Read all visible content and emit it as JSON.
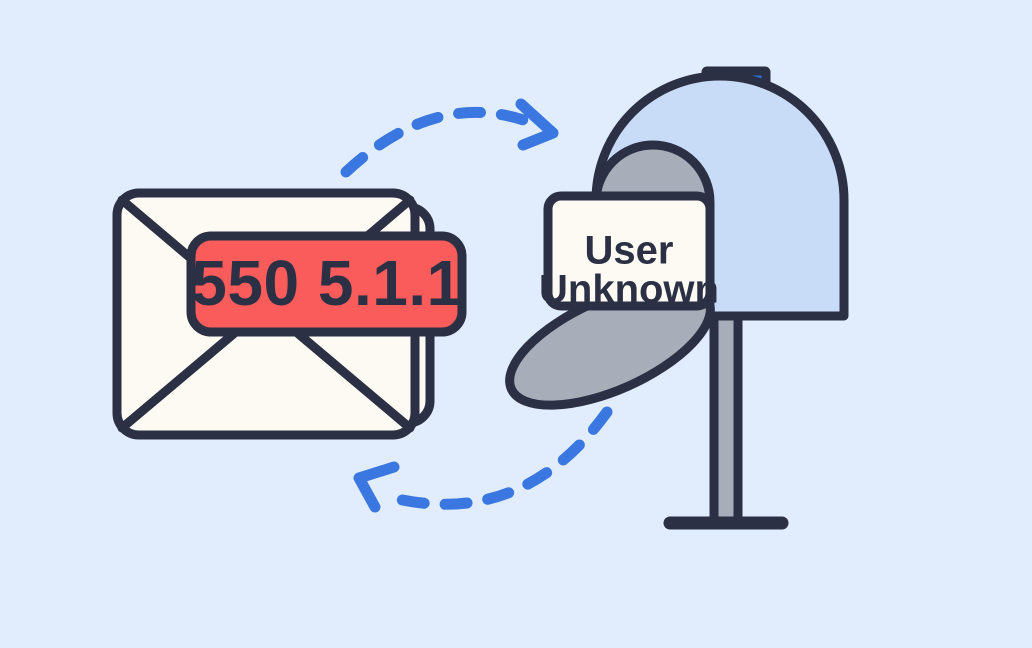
{
  "illustration": {
    "title": "Email bounce 550 5.1.1 user unknown illustration",
    "background_color": "#e1ecfc"
  },
  "palette": {
    "background": "#e1ecfc",
    "outline": "#2b3044",
    "envelope_paper": "#fcfaf3",
    "error_badge": "#fa5b5b",
    "mailbox_body": "#c9dcf7",
    "mailbox_interior_gray": "#a7aeb9",
    "flag_blue": "#2f6fde",
    "arrow_blue": "#3a77e0",
    "post_gray": "#a7aeb9",
    "label_card": "#fcfaf3"
  },
  "envelope": {
    "name": "bounced-email-envelope",
    "error_code": "550 5.1.1"
  },
  "mailbox": {
    "name": "mailbox",
    "flag_state": "up",
    "label_card": {
      "line1": "User",
      "line2": "Unknown"
    }
  },
  "arrows": [
    {
      "name": "outbound-delivery-arrow",
      "direction": "envelope-to-mailbox",
      "style": "dashed",
      "color": "#3a77e0"
    },
    {
      "name": "bounce-return-arrow",
      "direction": "mailbox-to-envelope",
      "style": "dashed",
      "color": "#3a77e0"
    }
  ]
}
